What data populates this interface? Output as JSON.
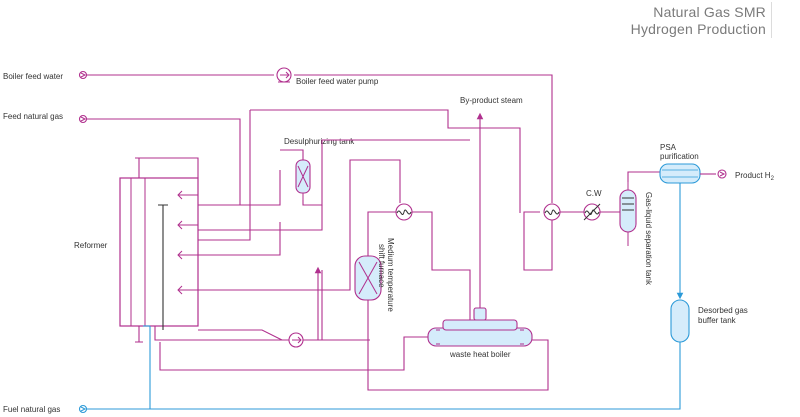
{
  "title": {
    "line1": "Natural Gas SMR",
    "line2": "Hydrogen Production"
  },
  "inputs": {
    "boiler_feed_water": "Boiler feed water",
    "feed_natural_gas": "Feed natural gas",
    "fuel_natural_gas": "Fuel natural gas"
  },
  "equipment": {
    "boiler_feed_water_pump": "Boiler feed water pump",
    "desulphurizing_tank": "Desulphurizing tank",
    "reformer": "Reformer",
    "by_product_steam": "By-product steam",
    "medium_temp_shift_furnace_1": "Medium temperature",
    "medium_temp_shift_furnace_2": "shift furnace",
    "waste_heat_boiler": "waste heat boiler",
    "cooling_water": "C.W",
    "gas_liquid_separation_tank": "Gas-liquid separation tank",
    "psa_1": "PSA",
    "psa_2": "purification",
    "product": "Product H",
    "product_sub": "2",
    "desorbed_gas_1": "Desorbed gas",
    "desorbed_gas_2": "buffer tank"
  },
  "colors": {
    "process_line": "#b0308e",
    "fuel_line": "#2c9ad8",
    "vessel_fill": "#d5ecfb",
    "title_text": "#7a7a7a"
  }
}
